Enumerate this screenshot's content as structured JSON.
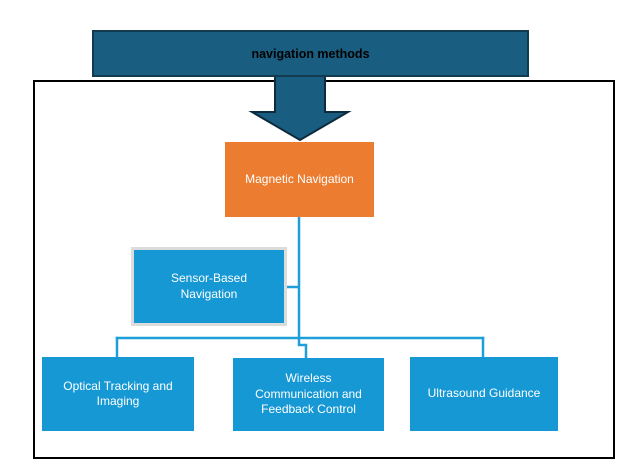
{
  "diagram": {
    "type": "flowchart",
    "title": "navigation methods",
    "nodes": [
      {
        "id": "navigation-methods",
        "label": "navigation methods",
        "role": "title-banner"
      },
      {
        "id": "magnetic-navigation",
        "label": "Magnetic Navigation",
        "role": "primary-node"
      },
      {
        "id": "sensor-based-navigation",
        "label": "Sensor-Based Navigation",
        "role": "branch-node"
      },
      {
        "id": "optical-tracking-and-imaging",
        "label": "Optical Tracking and Imaging",
        "role": "leaf-node"
      },
      {
        "id": "wireless-communication-and-feedback-control",
        "label": "Wireless Communication and Feedback Control",
        "role": "leaf-node"
      },
      {
        "id": "ultrasound-guidance",
        "label": "Ultrasound Guidance",
        "role": "leaf-node"
      }
    ],
    "edges": [
      {
        "from": "navigation-methods",
        "to": "magnetic-navigation",
        "style": "block-arrow-down"
      },
      {
        "from": "magnetic-navigation",
        "to": "sensor-based-navigation",
        "style": "elbow-connector"
      },
      {
        "from": "magnetic-navigation",
        "to": "optical-tracking-and-imaging",
        "style": "elbow-connector"
      },
      {
        "from": "magnetic-navigation",
        "to": "wireless-communication-and-feedback-control",
        "style": "elbow-connector"
      },
      {
        "from": "magnetic-navigation",
        "to": "ultrasound-guidance",
        "style": "elbow-connector"
      }
    ],
    "colors": {
      "banner_fill": "#195E80",
      "banner_border": "#123B4F",
      "arrow_fill": "#195E80",
      "arrow_outline": "#0D2B3D",
      "primary_fill": "#EC7C30",
      "node_fill": "#1598D4",
      "connector": "#1E9FD9",
      "node_text": "#FFFFFF",
      "title_text": "#000000",
      "frame_border": "#000000",
      "sensor_outline": "#DCDCDC"
    }
  }
}
